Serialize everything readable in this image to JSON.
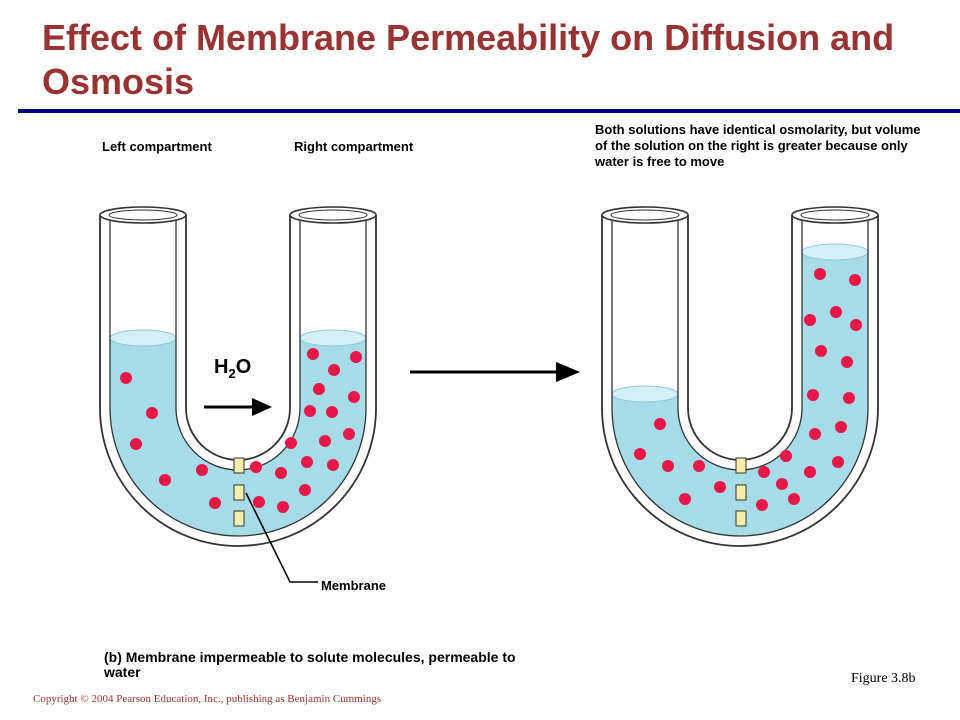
{
  "slide": {
    "title": "Effect of Membrane Permeability on Diffusion and Osmosis",
    "figure": "Figure 3.8b",
    "copyright": "Copyright © 2004 Pearson Education, Inc., publishing as Benjamin Cummings"
  },
  "diagram": {
    "left_compartment_label": "Left compartment",
    "right_compartment_label": "Right compartment",
    "water_label": "H",
    "water_subscript": "2",
    "water_suffix": "O",
    "result_note": "Both solutions have identical osmolarity, but volume of the solution on the right is greater because only water is free to move",
    "membrane_label": "Membrane",
    "caption": "(b)  Membrane impermeable to solute molecules, permeable to water"
  },
  "colors": {
    "title": "#993333",
    "rule": "#000080",
    "solution": "#a6dbe8",
    "surface": "#d4f0f7",
    "solute": "#e8174a",
    "membrane_pore": "#f5eeaa",
    "tube_outline": "#333333"
  }
}
